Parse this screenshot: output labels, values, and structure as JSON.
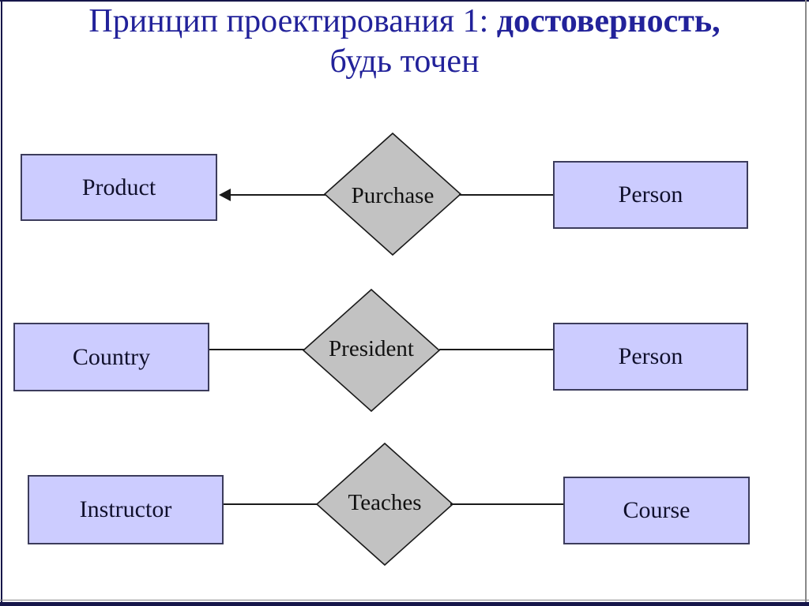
{
  "title": {
    "line1_regular": "Принцип проектирования 1: ",
    "line1_bold": "достоверность,",
    "line2": "будь точен"
  },
  "colors": {
    "title_color": "#22229a",
    "entity_fill": "#ccccff",
    "entity_border": "#3c3c5c",
    "entity_text": "#10102c",
    "diamond_fill": "#c2c2c2",
    "diamond_border": "#1a1a1a",
    "diamond_text": "#111111",
    "connector": "#1a1a1a",
    "frame_dark": "#16164a",
    "frame_gray": "#888888"
  },
  "diagram": {
    "type": "entity-relationship",
    "rows": [
      {
        "left_entity": "Product",
        "relationship": "Purchase",
        "right_entity": "Person",
        "left_connector": "arrow-pointing-to-left-entity",
        "right_connector": "line"
      },
      {
        "left_entity": "Country",
        "relationship": "President",
        "right_entity": "Person",
        "left_connector": "line",
        "right_connector": "line"
      },
      {
        "left_entity": "Instructor",
        "relationship": "Teaches",
        "right_entity": "Course",
        "left_connector": "line",
        "right_connector": "line"
      }
    ]
  }
}
